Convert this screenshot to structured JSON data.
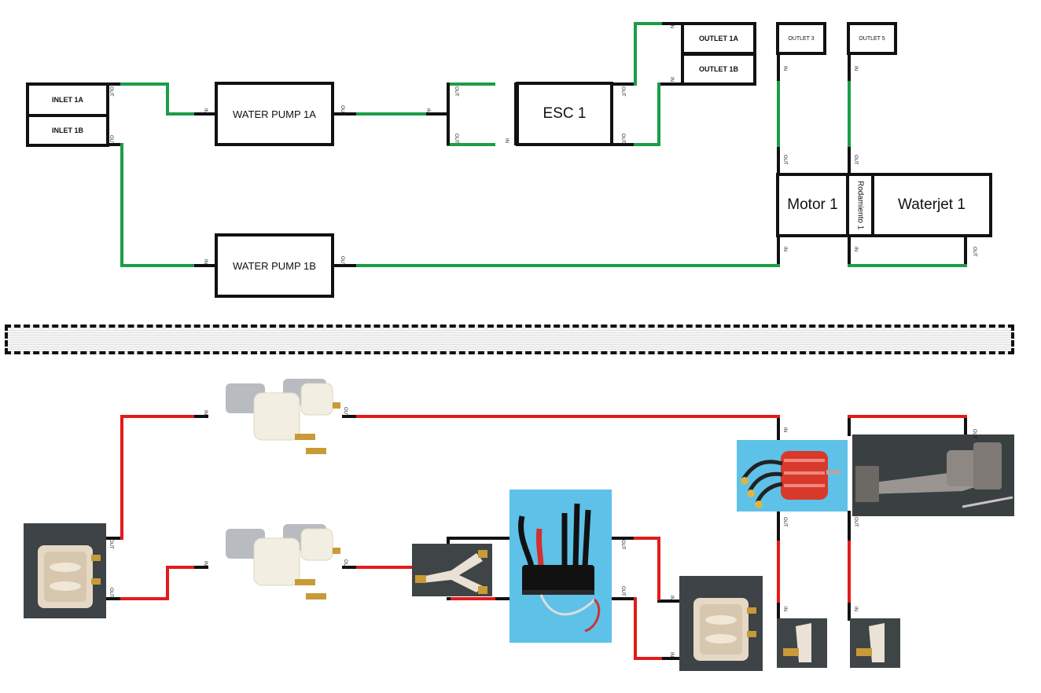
{
  "top_diagram": {
    "inlet_1a": "INLET 1A",
    "inlet_1b": "INLET 1B",
    "water_pump_1a": "WATER PUMP 1A",
    "water_pump_1b": "WATER PUMP 1B",
    "esc_1": "ESC 1",
    "outlet_1a": "OUTLET 1A",
    "outlet_1b": "OUTLET 1B",
    "outlet_3": "OUTLET 3",
    "outlet_5": "OUTLET 5",
    "motor_1": "Motor 1",
    "rodamiento_1": "Rodamiento 1",
    "waterjet_1": "Waterjet 1",
    "port_in": "IN",
    "port_out": "OUT"
  },
  "colors": {
    "top_pipe": "#1a9e47",
    "bottom_pipe": "#e31b1b",
    "wire": "#111111",
    "photo_background_blue": "#5ec1e8",
    "photo_background_dark": "#3a3f42"
  },
  "bottom_diagram": {
    "photos": [
      "inlet-grate-photo",
      "water-pump-photo",
      "water-pump-photo",
      "y-splitter-photo",
      "esc-photo",
      "outlet-grate-photo",
      "brushless-motor-photo",
      "waterjet-photo",
      "outlet-nozzle-photo",
      "outlet-nozzle-photo"
    ]
  }
}
